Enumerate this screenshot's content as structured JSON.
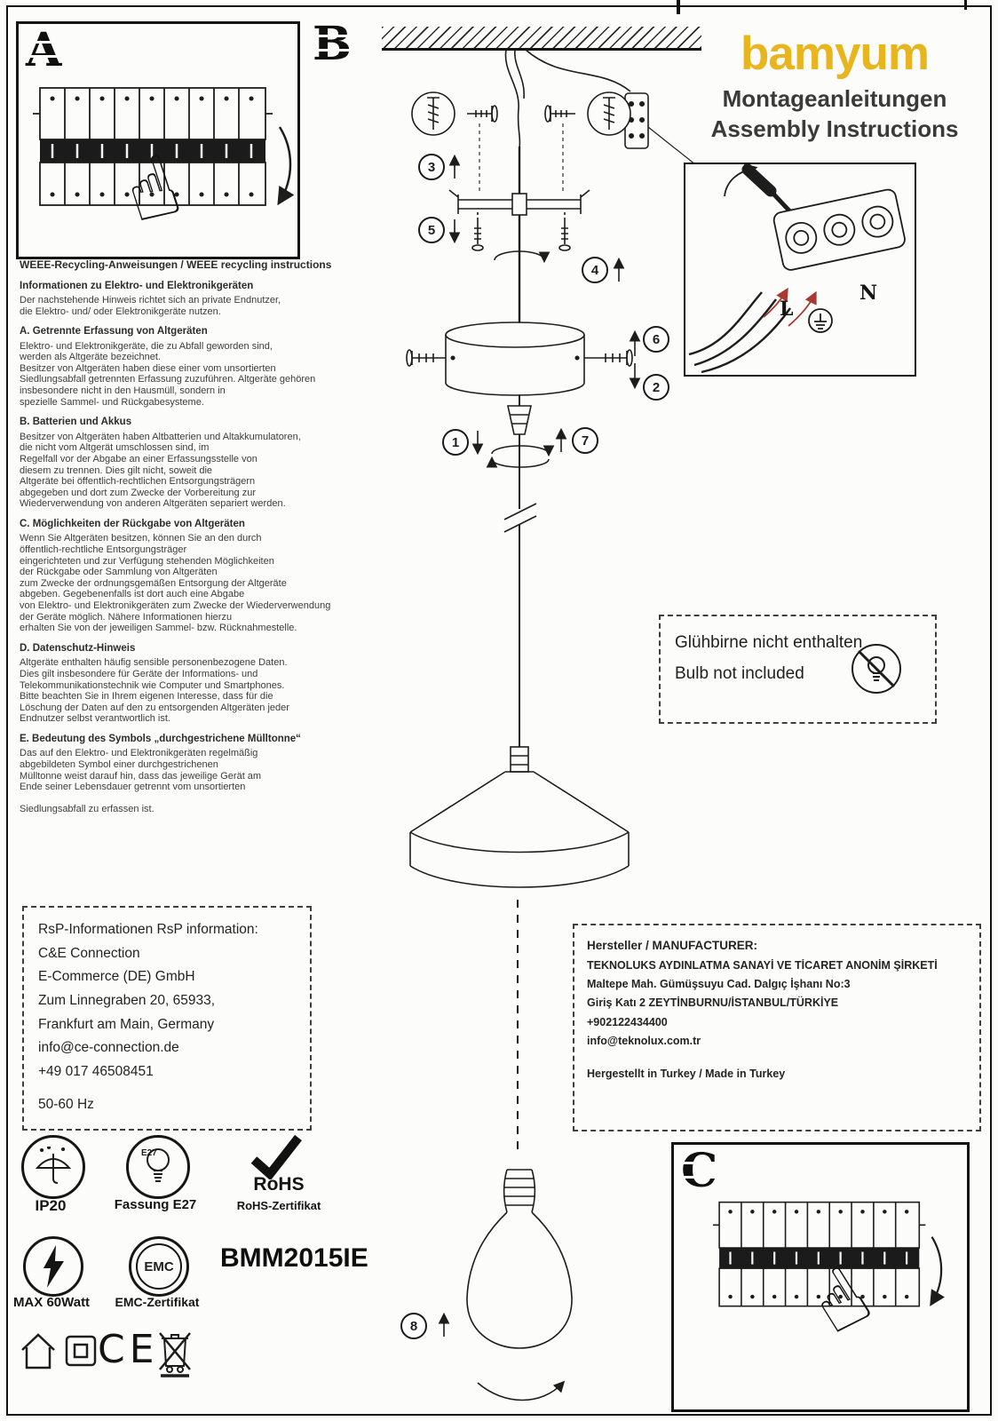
{
  "page": {
    "bg": "#fcfcfb",
    "ink": "#1d1d1d",
    "accent_red": "#a83a32"
  },
  "brand": {
    "logo": "bamyum",
    "logo_color": "#e8b51e",
    "subtitle_de": "Montageanleitungen",
    "subtitle_en": "Assembly Instructions"
  },
  "panel_labels": {
    "a": "A",
    "b": "B",
    "c": "C"
  },
  "icons": {
    "pointing_hand": "☝"
  },
  "steps": [
    "1",
    "2",
    "3",
    "4",
    "5",
    "6",
    "7",
    "8"
  ],
  "wiring": {
    "l_label": "L",
    "n_label": "N"
  },
  "bulb_note": {
    "line_de": "Glühbirne nicht enthalten",
    "line_en": "Bulb not included"
  },
  "weee": {
    "title": "WEEE-Recycling-Anweisungen / WEEE recycling instructions",
    "sections": [
      {
        "heading": "Informationen zu Elektro- und Elektronikgeräten",
        "body": "Der nachstehende Hinweis richtet sich an private Endnutzer,\n die Elektro- und/ oder Elektronikgeräte nutzen."
      },
      {
        "heading": "A. Getrennte Erfassung von Altgeräten",
        "body": "Elektro- und Elektronikgeräte, die zu Abfall geworden sind,\nwerden als Altgeräte bezeichnet.\nBesitzer von Altgeräten haben diese einer vom unsortierten\nSiedlungsabfall getrennten Erfassung zuzuführen. Altgeräte gehören\ninsbesondere nicht in den Hausmüll, sondern in\nspezielle Sammel- und Rückgabesysteme."
      },
      {
        "heading": "B. Batterien und Akkus",
        "body": "Besitzer von Altgeräten haben Altbatterien und Altakkumulatoren,\n die nicht vom Altgerät umschlossen sind, im\nRegelfall vor der Abgabe an einer Erfassungsstelle von\ndiesem zu trennen. Dies gilt nicht, soweit die\nAltgeräte bei öffentlich-rechtlichen Entsorgungsträgern\nabgegeben und dort zum Zwecke der Vorbereitung zur\nWiederverwendung von anderen Altgeräten separiert werden."
      },
      {
        "heading": "C. Möglichkeiten der Rückgabe von Altgeräten",
        "body": "Wenn Sie Altgeräten besitzen, können Sie an den durch\nöffentlich-rechtliche Entsorgungsträger\neingerichteten und zur Verfügung stehenden Möglichkeiten\nder Rückgabe oder Sammlung von Altgeräten\n zum Zwecke der ordnungsgemäßen Entsorgung der Altgeräte\nabgeben. Gegebenenfalls ist dort auch eine Abgabe\n von Elektro- und Elektronikgeräten zum Zwecke der Wiederverwendung\nder Geräte möglich. Nähere Informationen hierzu\nerhalten Sie von der jeweiligen Sammel- bzw. Rücknahmestelle."
      },
      {
        "heading": "D. Datenschutz-Hinweis",
        "body": "Altgeräte enthalten häufig sensible personenbezogene Daten.\nDies gilt insbesondere für Geräte der Informations- und\nTelekommunikationstechnik wie Computer und Smartphones.\n Bitte beachten Sie in Ihrem eigenen Interesse, dass für die\nLöschung der Daten auf den zu entsorgenden Altgeräten jeder\nEndnutzer selbst verantwortlich ist."
      },
      {
        "heading": "E. Bedeutung des Symbols „durchgestrichene Mülltonne“",
        "body": "Das auf den Elektro- und Elektronikgeräten regelmäßig\n abgebildeten Symbol einer durchgestrichenen\nMülltonne weist darauf hin, dass das jeweilige Gerät am\nEnde seiner Lebensdauer getrennt vom unsortierten"
      }
    ],
    "footer": "Siedlungsabfall zu erfassen ist."
  },
  "rsp": {
    "lines": [
      "RsP-Informationen RsP information:",
      "C&E Connection",
      "E-Commerce (DE) GmbH",
      "Zum Linnegraben 20, 65933,",
      "Frankfurt am Main, Germany",
      "info@ce-connection.de",
      "+49 017 46508451",
      "50-60 Hz"
    ]
  },
  "manufacturer": {
    "title": "Hersteller / MANUFACTURER:",
    "lines": [
      "TEKNOLUKS AYDINLATMA SANAYİ VE TİCARET ANONİM ŞİRKETİ",
      "Maltepe Mah. Gümüşsuyu Cad. Dalgıç İşhanı No:3",
      "Giriş Katı 2 ZEYTİNBURNU/İSTANBUL/TÜRKİYE",
      "+902122434400",
      "info@teknolux.com.tr"
    ],
    "made_in": "Hergestellt in Turkey / Made in Turkey"
  },
  "certs": {
    "ip": "IP20",
    "socket_icon_text": "E27",
    "socket_label": "Fassung E27",
    "rohs": "RoHS",
    "rohs_sub": "RoHS-Zertifikat",
    "max_watt": "MAX 60Watt",
    "emc": "EMC",
    "emc_sub": "EMC-Zertifikat",
    "model": "BMM2015IE",
    "ce": "CE"
  }
}
